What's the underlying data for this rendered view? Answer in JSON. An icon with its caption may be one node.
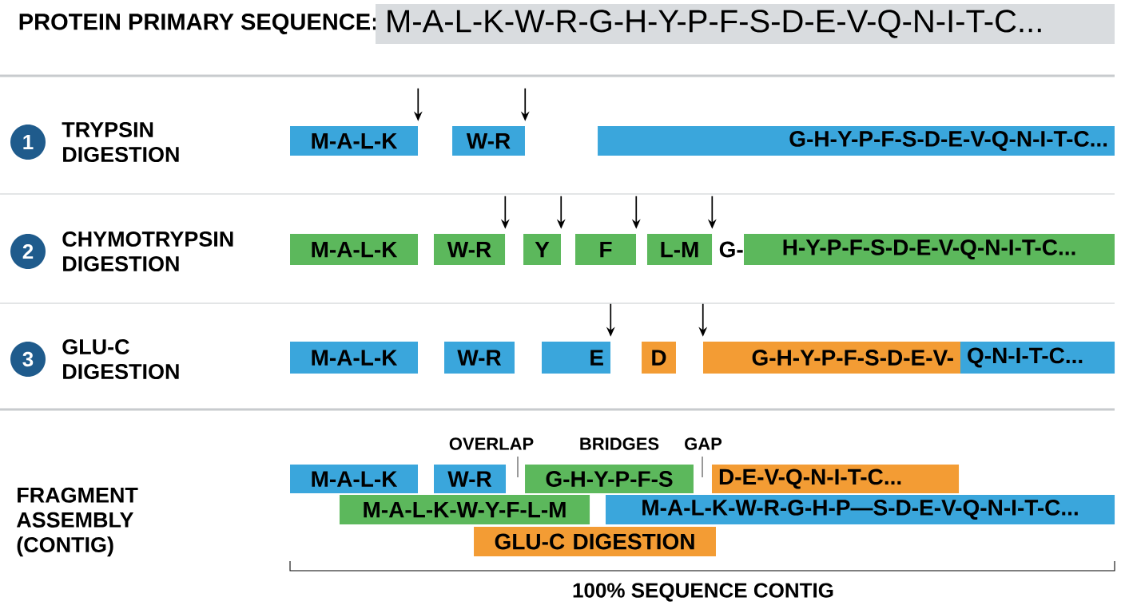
{
  "diagram": {
    "title": "PROTEIN PRIMARY SEQUENCE:",
    "nodes": [
      {
        "text": [
          "M-A-L-K-W-R-G-H-Y-P-F-S-D-E-V-Q-N-I-T-C..."
        ]
      },
      {
        "text": [
          "1"
        ],
        "beside": [
          "TRYPSIN DIGESTION"
        ]
      },
      {
        "text": [
          "M-A-L-K"
        ]
      },
      {
        "text": [
          "W-R"
        ]
      },
      {
        "text": [
          "G-H-Y-P-F-S-D-E-V-Q-N-I-T-C..."
        ]
      },
      {
        "text": [
          "2"
        ],
        "beside": [
          "CHYMOTRYPSIN DIGESTION"
        ]
      },
      {
        "text": [
          "M-A-L-K"
        ]
      },
      {
        "text": [
          "W-R"
        ]
      },
      {
        "text": [
          "Y"
        ]
      },
      {
        "text": [
          "F"
        ]
      },
      {
        "text": [
          "L-M"
        ]
      },
      {
        "text": [
          "H-Y-P-F-S-D-E-V-Q-N-I-T-C..."
        ],
        "beside": [
          "G-"
        ]
      },
      {
        "text": [
          "3"
        ],
        "beside": [
          "GLU-C DIGESTION"
        ]
      },
      {
        "text": [
          "M-A-L-K"
        ]
      },
      {
        "text": [
          "W-R"
        ]
      },
      {
        "text": [
          "E"
        ]
      },
      {
        "text": [
          "D"
        ]
      },
      {
        "text": [
          "G-H-Y-P-F-S-D-E-V-"
        ]
      },
      {
        "text": [
          "Q-N-I-T-C..."
        ]
      },
      {
        "text": [
          "M-A-L-K"
        ]
      },
      {
        "text": [
          "W-R"
        ]
      },
      {
        "text": [
          "G-H-Y-P-F-S"
        ]
      },
      {
        "text": [
          "D-E-V-Q-N-I-T-C..."
        ]
      },
      {
        "text": [
          "M-A-L-K-W-Y-F-L-M"
        ]
      },
      {
        "text": [
          "M-A-L-K-W-R-G-H-P—S-D-E-V-Q-N-I-T-C..."
        ]
      },
      {
        "text": [
          "GLU-C DIGESTION"
        ]
      }
    ],
    "edges": [
      {
        "from": null,
        "to": 2,
        "arrow": "to"
      },
      {
        "from": null,
        "to": 3,
        "arrow": "to"
      },
      {
        "from": null,
        "to": 7,
        "arrow": "to"
      },
      {
        "from": null,
        "to": 8,
        "arrow": "to"
      },
      {
        "from": null,
        "to": 9,
        "arrow": "to"
      },
      {
        "from": null,
        "to": 10,
        "arrow": "to"
      },
      {
        "from": null,
        "to": 15,
        "arrow": "to"
      },
      {
        "from": null,
        "to": 17,
        "arrow": "to"
      }
    ],
    "labels": [
      "OVERLAP",
      "BRIDGES",
      "GAP",
      "FRAGMENT ASSEMBLY (CONTIG)",
      "100% SEQUENCE CONTIG"
    ]
  }
}
